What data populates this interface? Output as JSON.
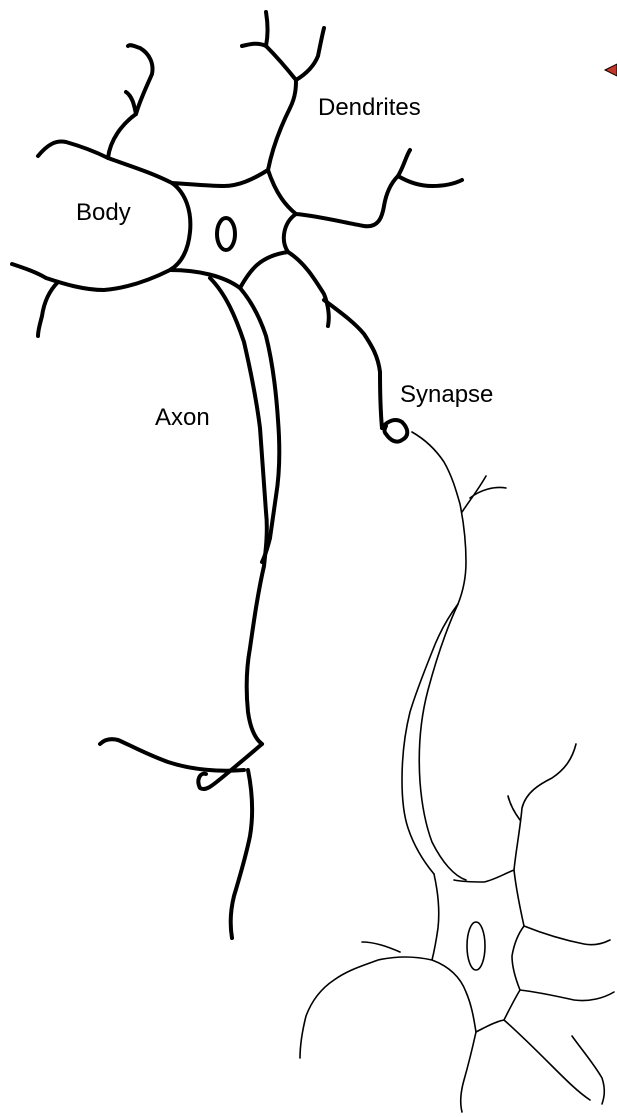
{
  "labels": {
    "dendrites": "Dendrites",
    "body": "Body",
    "axon": "Axon",
    "synapse": "Synapse"
  },
  "colors": {
    "line": "#000000",
    "background": "#ffffff",
    "marker": "#c0392b"
  }
}
